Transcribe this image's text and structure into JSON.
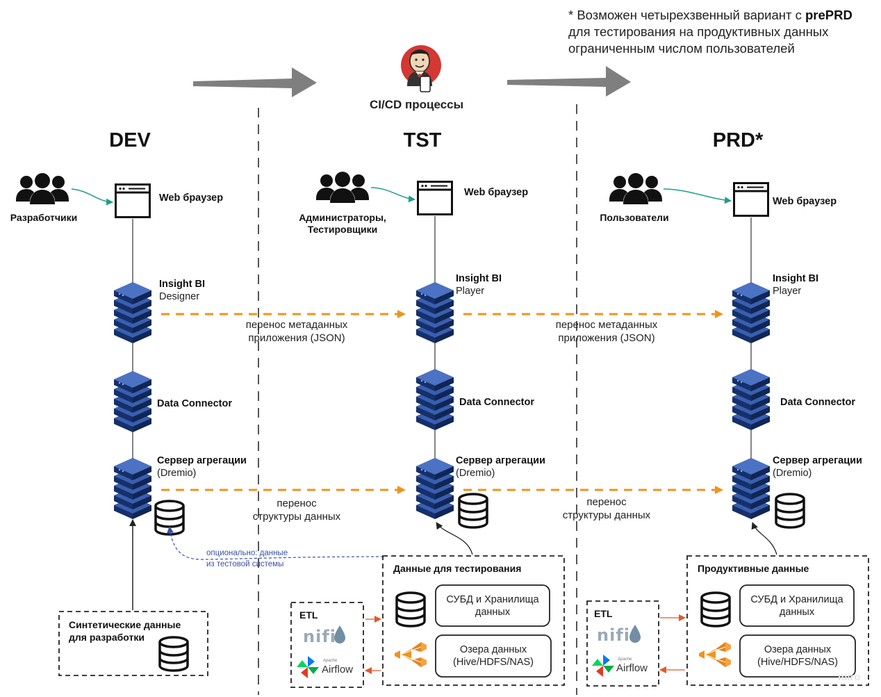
{
  "note": {
    "line1_prefix": "* Возможен четырехзвенный вариант с ",
    "line1_bold": "prePRD",
    "line2": "для тестирования на продуктивных данных",
    "line3": "ограниченным числом пользователей"
  },
  "cicd": {
    "label": "CI/CD процессы",
    "icon": "jenkins-butler-icon"
  },
  "environments": {
    "dev": {
      "title": "DEV",
      "role": "Разработчики",
      "browser": "Web браузер",
      "bi_title": "Insight BI",
      "bi_sub": "Designer",
      "connector": "Data Connector",
      "agg_title": "Сервер агрегации",
      "agg_sub": "(Dremio)",
      "source_line1": "Синтетические данные",
      "source_line2": "для разработки"
    },
    "tst": {
      "title": "TST",
      "role_line1": "Администраторы,",
      "role_line2": "Тестировщики",
      "browser": "Web браузер",
      "bi_title": "Insight BI",
      "bi_sub": "Player",
      "connector": "Data Connector",
      "agg_title": "Сервер агрегации",
      "agg_sub": "(Dremio)",
      "data_title": "Данные для тестирования",
      "dbms_line1": "СУБД и Хранилища",
      "dbms_line2": "данных",
      "lake_line1": "Озера данных",
      "lake_line2": "(Hive/HDFS/NAS)",
      "etl": "ETL"
    },
    "prd": {
      "title": "PRD*",
      "role": "Пользователи",
      "browser": "Web браузер",
      "bi_title": "Insight BI",
      "bi_sub": "Player",
      "connector": "Data Connector",
      "agg_title": "Сервер агрегации",
      "agg_sub": "(Dremio)",
      "data_title": "Продуктивные данные",
      "dbms_line1": "СУБД и Хранилища",
      "dbms_line2": "данных",
      "lake_line1": "Озера данных",
      "lake_line2": "(Hive/HDFS/NAS)",
      "etl": "ETL"
    }
  },
  "transfers": {
    "metadata_line1": "перенос метаданных",
    "metadata_line2": "приложения (JSON)",
    "structure_line1": "перенос",
    "structure_line2": "структуры данных"
  },
  "optional": {
    "line1": "опционально: данные",
    "line2": "из тестовой системы"
  },
  "etl_tools": {
    "nifi": "nifi",
    "airflow": "Airflow",
    "apache": "Apache"
  },
  "watermark": "miro",
  "colors": {
    "server": "#1e3a7b",
    "server_top": "#3a5fb0",
    "metadata_arrow": "#f0931e",
    "user_arrow": "#1f9e8a",
    "optional_arrow": "#3a4fa8",
    "etl_arrow": "#e05a2b",
    "process_arrow": "#7f7f7f"
  }
}
